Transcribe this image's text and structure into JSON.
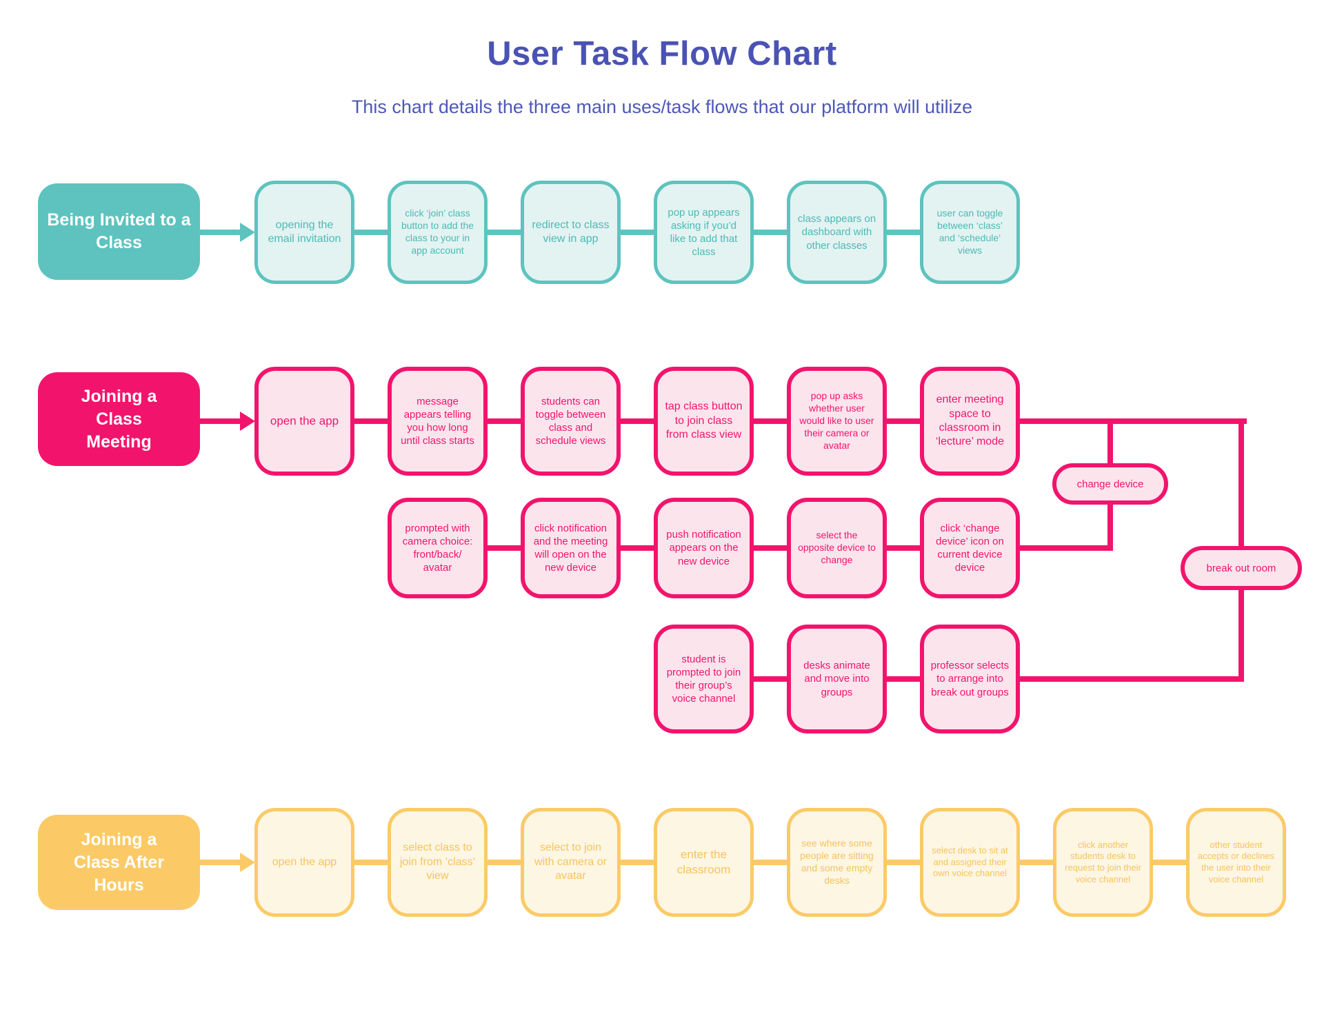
{
  "page": {
    "title": "User Task Flow Chart",
    "subtitle": "This chart details the three main uses/task flows that our platform will utilize",
    "title_color": "#4a53b3"
  },
  "flows": [
    {
      "label": "Being Invited to a Class",
      "accent_color": "#5ec3be",
      "fill_color": "#e2f3f2",
      "steps": [
        "opening the email invitation",
        "click ‘join’ class button to add the class to your in app account",
        "redirect to class view in app",
        "pop up appears asking if you’d like to add that class",
        "class appears on dashboard with other classes",
        "user can toggle between ‘class’ and ‘schedule’ views"
      ]
    },
    {
      "label": "Joining a Class Meeting",
      "accent_color": "#f2146c",
      "fill_color": "#fce4ed",
      "row1": [
        "open the app",
        "message appears telling you how long until class starts",
        "students can toggle between class and schedule views",
        "tap class button to join class from class view",
        "pop up asks whether user would like to user their camera or avatar",
        "enter meeting space to classroom in ‘lecture’ mode"
      ],
      "row2": [
        "prompted with camera choice: front/back/ avatar",
        "click notification and the meeting will open on the new device",
        "push notification appears on the new device",
        "select the opposite device to change",
        "click ‘change device’ icon on current device device"
      ],
      "row3": [
        "student is prompted to join their group’s voice channel",
        "desks animate and move into groups",
        "professor selects to arrange into break out groups"
      ],
      "nodes": [
        "change device",
        "break out room"
      ]
    },
    {
      "label": "Joining a Class After Hours",
      "accent_color": "#fbca67",
      "fill_color": "#fdf6e3",
      "steps": [
        "open the app",
        "select class to join from ‘class’ view",
        "select to join with camera or avatar",
        "enter the classroom",
        "see where some people are sitting and some empty desks",
        "select desk to sit at and assigned their own voice channel",
        "click another students desk to request to join their voice channel",
        "other student accepts or declines the user into their voice channel"
      ]
    }
  ]
}
